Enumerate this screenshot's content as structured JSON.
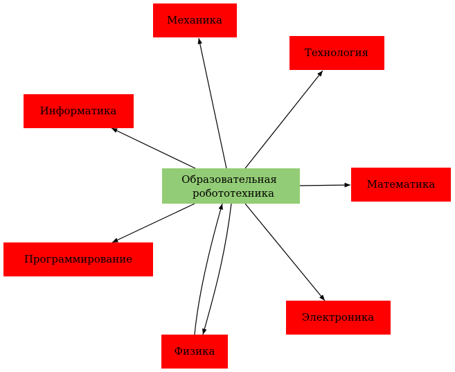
{
  "center": {
    "line1": "Образовательная",
    "line2": "робототехника",
    "color": "#93cc76"
  },
  "node_color": "#ff0000",
  "nodes": {
    "mechanics": "Механика",
    "technology": "Технология",
    "informatics": "Информатика",
    "mathematics": "Математика",
    "programming": "Программирование",
    "electronics": "Электроника",
    "physics": "Физика"
  }
}
